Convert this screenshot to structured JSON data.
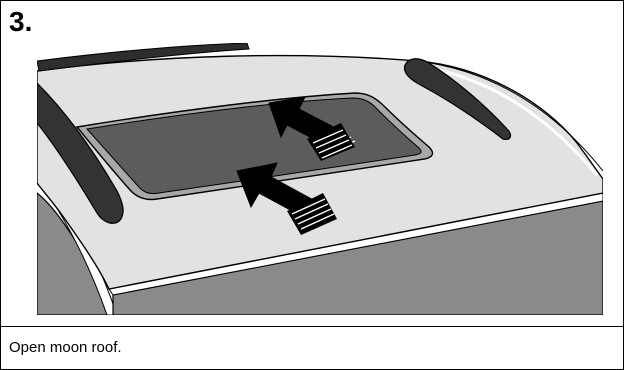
{
  "figure": {
    "step_number": "3.",
    "caption": "Open moon roof."
  },
  "illustration": {
    "subject": "vehicle roof with moon roof panel and two arrows indicating opening direction",
    "colors": {
      "roof_panel": "#e2e2e2",
      "glass": "#5c5c5c",
      "glass_frame": "#a8a8a8",
      "rails": "#3a3a3a",
      "body": "#8a8a8a",
      "outline": "#000000",
      "arrow": "#000000"
    }
  }
}
